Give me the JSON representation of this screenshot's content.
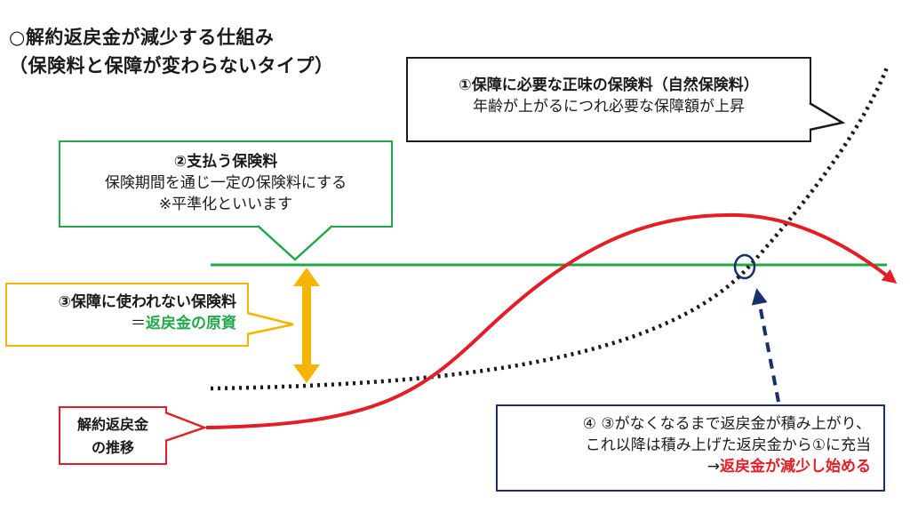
{
  "title": {
    "line1": "○解約返戻金が減少する仕組み",
    "line2": "（保険料と保障が変わらないタイプ）"
  },
  "callout_natural_premium": {
    "heading": "①保障に必要な正味の保険料（自然保険料）",
    "body": "年齢が上がるにつれ必要な保障額が上昇"
  },
  "callout_paid_premium": {
    "heading": "②支払う保険料",
    "body1": "保険期間を通じ一定の保険料にする",
    "body2": "※平準化といいます"
  },
  "callout_unused_premium": {
    "heading": "③保障に使われない保険料",
    "prefix": "＝",
    "highlight": "返戻金の原資"
  },
  "callout_surrender_value": {
    "line1": "解約返戻金",
    "line2": "の推移"
  },
  "callout_decrease": {
    "line1": "④ ③がなくなるまで返戻金が積み上がり、",
    "line2": "これ以降は積み上げた返戻金から①に充当",
    "arrow": "→",
    "highlight": "返戻金が減少し始める"
  },
  "colors": {
    "natural_premium": "#1a1a1a",
    "paid_premium": "#22a84a",
    "unused_premium": "#f4b400",
    "surrender_value": "#e41e26",
    "annotation": "#1a2f6b"
  }
}
